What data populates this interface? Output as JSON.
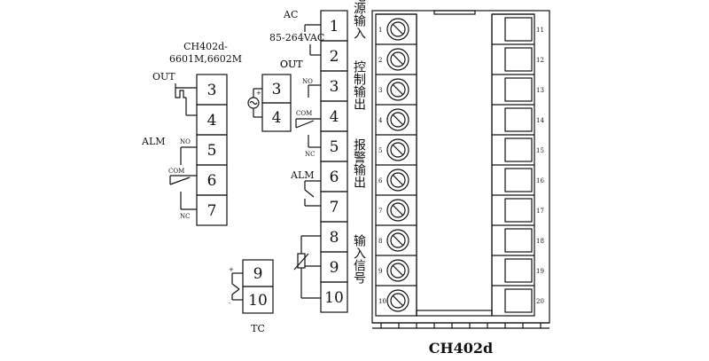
{
  "diagram": {
    "model_title": "CH402d",
    "variant_label_line1": "CH402d-",
    "variant_label_line2": "6601M,6602M",
    "left_relay": {
      "out_label": "OUT",
      "alm_label": "ALM",
      "no_label": "NO",
      "com_label": "COM",
      "nc_label": "NC",
      "terminals": [
        "3",
        "4",
        "5",
        "6",
        "7"
      ]
    },
    "ssr_block": {
      "out_label": "OUT",
      "plus_sign": "+",
      "terminals": [
        "3",
        "4"
      ]
    },
    "tc_block": {
      "tc_label": "TC",
      "plus_sign": "+",
      "minus_sign": "-",
      "terminals": [
        "9",
        "10"
      ]
    },
    "main_strip": {
      "terminals": [
        "1",
        "2",
        "3",
        "4",
        "5",
        "6",
        "7",
        "8",
        "9",
        "10"
      ],
      "ac_label": "AC",
      "voltage_label": "85-264VAC",
      "out_label": "OUT",
      "no_label": "NO",
      "com_label": "COM",
      "nc_label": "NC",
      "alm_label": "ALM"
    },
    "groups": [
      {
        "text": "电源输入"
      },
      {
        "text": "控制输出"
      },
      {
        "text": "报警输出"
      },
      {
        "text": "输入信号"
      }
    ],
    "rear_left_numbers": [
      "1",
      "2",
      "3",
      "4",
      "5",
      "6",
      "7",
      "8",
      "9",
      "10"
    ],
    "rear_right_numbers": [
      "11",
      "12",
      "13",
      "14",
      "15",
      "16",
      "17",
      "18",
      "19",
      "20"
    ]
  }
}
